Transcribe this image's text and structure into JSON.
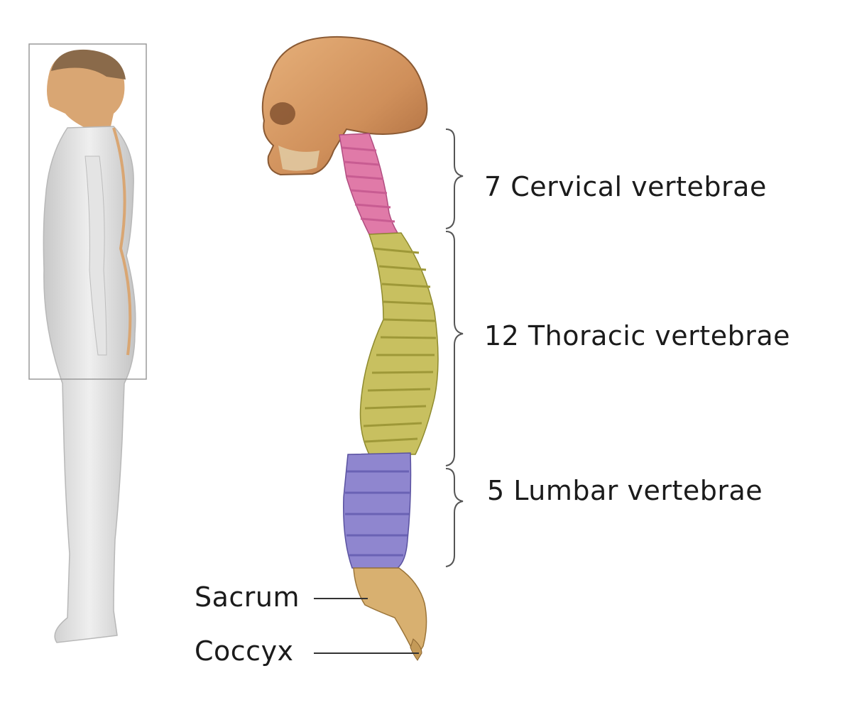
{
  "labels": {
    "cervical": "7 Cervical vertebrae",
    "thoracic": "12 Thoracic vertebrae",
    "lumbar": "5 Lumbar vertebrae",
    "sacrum": "Sacrum",
    "coccyx": "Coccyx"
  },
  "colors": {
    "cervical": "#e07aa8",
    "thoracic": "#c8c060",
    "lumbar": "#8f86cf",
    "sacrum": "#d8b070",
    "bone": "#d9a06a",
    "body": "#dcdcdc",
    "bracket": "#555555"
  }
}
